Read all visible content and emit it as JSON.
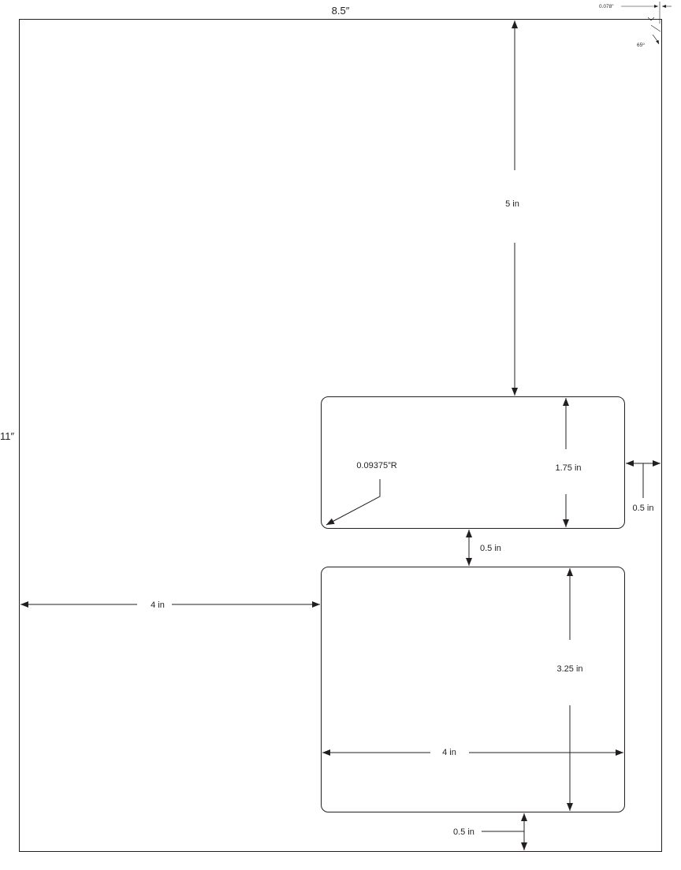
{
  "sheet": {
    "width_label": "8.5″",
    "height_label": "11″"
  },
  "corner_detail": {
    "offset_label": "0.078\"",
    "angle_label": "65º"
  },
  "labels": {
    "top_margin": "5 in",
    "small_label_height": "1.75 in",
    "corner_radius": "0.09375”R",
    "right_margin": "0.5 in",
    "gap_between_labels": "0.5 in",
    "left_margin": "4 in",
    "large_label_height": "3.25 in",
    "label_width": "4 in",
    "bottom_margin": "0.5 in"
  }
}
